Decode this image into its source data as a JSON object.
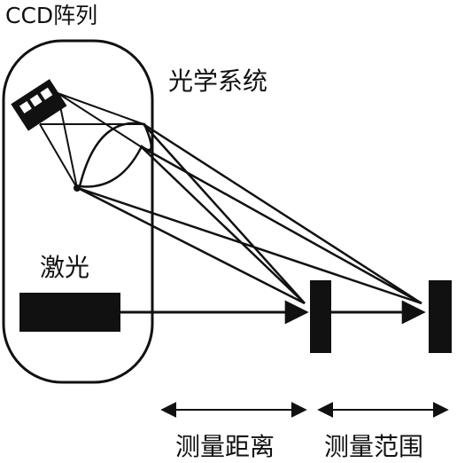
{
  "labels": {
    "ccd_array": "CCD阵列",
    "optical_system": "光学系统",
    "laser": "激光",
    "measure_distance": "测量距离",
    "measure_range": "测量范围"
  },
  "colors": {
    "ink": "#111111",
    "background": "#ffffff"
  }
}
